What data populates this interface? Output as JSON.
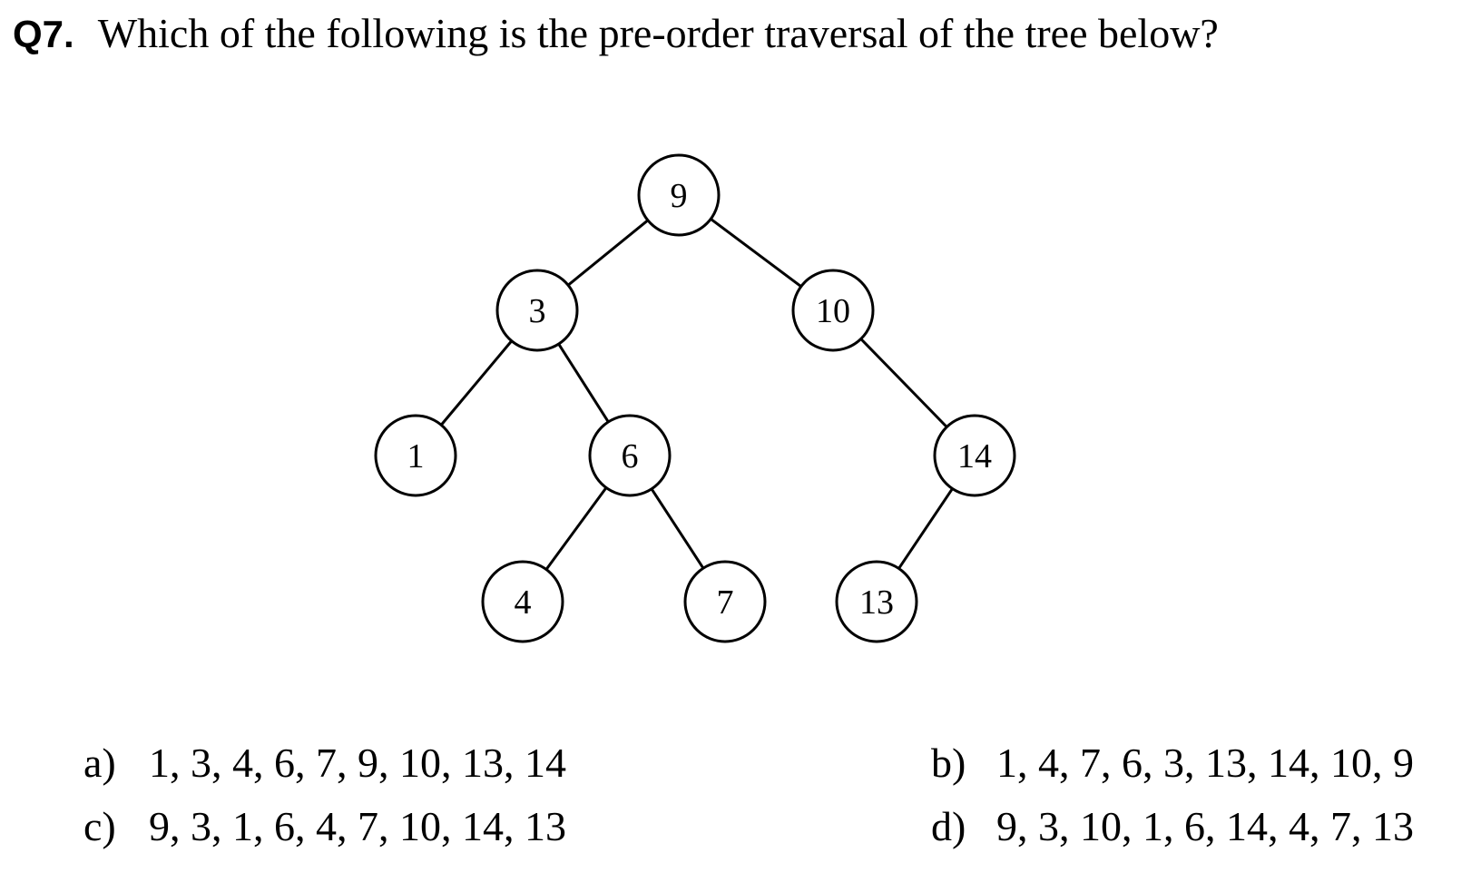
{
  "question": {
    "number": "Q7.",
    "text": "Which of the following is the pre-order traversal of the tree below?"
  },
  "tree": {
    "nodes": [
      "9",
      "3",
      "10",
      "1",
      "6",
      "14",
      "4",
      "7",
      "13"
    ],
    "edges": [
      [
        "9",
        "3"
      ],
      [
        "9",
        "10"
      ],
      [
        "3",
        "1"
      ],
      [
        "3",
        "6"
      ],
      [
        "10",
        "14"
      ],
      [
        "6",
        "4"
      ],
      [
        "6",
        "7"
      ],
      [
        "14",
        "13"
      ]
    ]
  },
  "options": [
    {
      "letter": "a)",
      "text": "1, 3, 4, 6, 7, 9, 10, 13, 14"
    },
    {
      "letter": "b)",
      "text": "1, 4, 7, 6, 3, 13, 14, 10, 9"
    },
    {
      "letter": "c)",
      "text": "9, 3, 1, 6, 4, 7, 10, 14, 13"
    },
    {
      "letter": "d)",
      "text": "9, 3, 10, 1, 6, 14, 4, 7, 13"
    }
  ]
}
